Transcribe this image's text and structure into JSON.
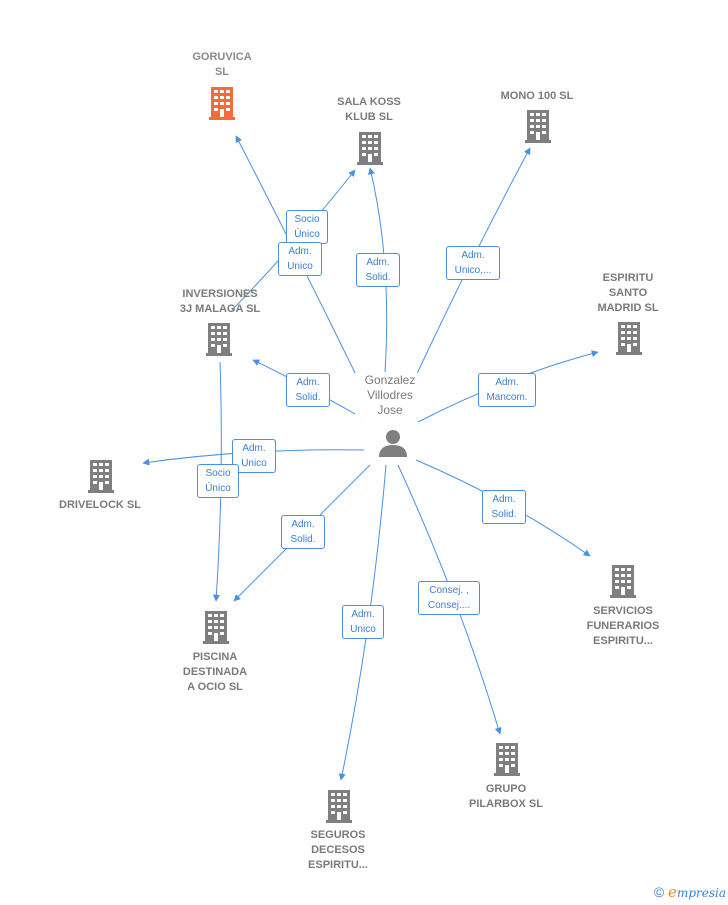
{
  "colors": {
    "edge": "#4a90e2",
    "building": "#7f7f7f",
    "building_highlight": "#f26c3c",
    "person": "#7f7f7f"
  },
  "center": {
    "label": "Gonzalez\nVillodres\nJose",
    "icon": "person-icon"
  },
  "nodes": [
    {
      "id": "goruvica",
      "label": "GORUVICA\nSL",
      "highlight": true
    },
    {
      "id": "sala_koss",
      "label": "SALA KOSS\nKLUB  SL"
    },
    {
      "id": "mono100",
      "label": "MONO 100  SL"
    },
    {
      "id": "espiritu_santo",
      "label": "ESPIRITU\nSANTO\nMADRID  SL"
    },
    {
      "id": "inversiones",
      "label": "INVERSIONES\n3J MALAGA  SL"
    },
    {
      "id": "drivelock",
      "label": "DRIVELOCK  SL"
    },
    {
      "id": "piscina",
      "label": "PISCINA\nDESTINADA\nA OCIO  SL"
    },
    {
      "id": "seguros",
      "label": "SEGUROS\nDECESOS\nESPIRITU..."
    },
    {
      "id": "grupo",
      "label": "GRUPO\nPILARBOX  SL"
    },
    {
      "id": "servicios",
      "label": "SERVICIOS\nFUNERARIOS\nESPIRITU..."
    }
  ],
  "edges": [
    {
      "label": "Socio\nÚnico"
    },
    {
      "label": "Adm.\nUnico"
    },
    {
      "label": "Adm.\nSolid."
    },
    {
      "label": "Adm.\nUnico,..."
    },
    {
      "label": "Adm.\nMancom."
    },
    {
      "label": "Adm.\nSolid."
    },
    {
      "label": "Adm.\nUnico"
    },
    {
      "label": "Socio\nÚnico"
    },
    {
      "label": "Adm.\nSolid."
    },
    {
      "label": "Adm.\nUnico"
    },
    {
      "label": "Consej. ,\nConsej...."
    },
    {
      "label": "Adm.\nSolid."
    }
  ],
  "footer": {
    "copyright": "©",
    "brand_initial": "e",
    "brand_rest": "mpresia"
  }
}
